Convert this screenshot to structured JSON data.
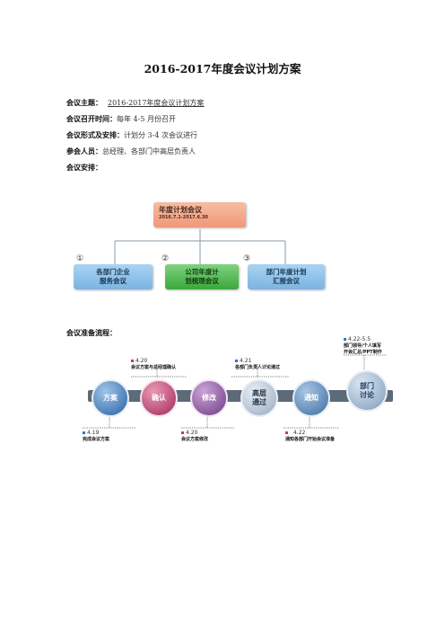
{
  "title": "2016-2017年度会议计划方案",
  "rows": [
    {
      "label": "会议主题：",
      "value": "2016-2017年度会议计划方案"
    },
    {
      "label": "会议召开时间：",
      "value": "每年 4-5 月份召开"
    },
    {
      "label": "会议形式及安排：",
      "value": "计划分 3-4 次会议进行"
    },
    {
      "label": "参会人员：",
      "value": "总经理、各部门中高层负责人"
    },
    {
      "label": "会议安排：",
      "value": ""
    }
  ],
  "org": {
    "top": {
      "line1": "年度计划会议",
      "line2": "2016.7.1-2017.6.30"
    },
    "nums": [
      "①",
      "②",
      "③"
    ],
    "children": [
      {
        "line1": "各部门企业",
        "line2": "服务会议"
      },
      {
        "line1": "公司年度计",
        "line2": "划梳理会议"
      },
      {
        "line1": "部门年度计划",
        "line2": "汇报会议"
      }
    ]
  },
  "prep_label": "会议准备流程：",
  "process": {
    "steps": [
      {
        "line1": "方案",
        "line2": ""
      },
      {
        "line1": "确认",
        "line2": ""
      },
      {
        "line1": "修改",
        "line2": ""
      },
      {
        "line1": "高层",
        "line2": "通过"
      },
      {
        "line1": "通知",
        "line2": ""
      },
      {
        "line1": "部门",
        "line2": "讨论"
      }
    ],
    "notes": [
      {
        "date": "4.19",
        "text": "完成会议方案",
        "text2": ""
      },
      {
        "date": "4.20",
        "text": "会议方案与总经理确认",
        "text2": ""
      },
      {
        "date": "4.20",
        "text": "会议方案修改",
        "text2": ""
      },
      {
        "date": "4.21",
        "text": "各部门负责人讨论通过",
        "text2": ""
      },
      {
        "date": "4.22",
        "text": "通知各部门开始会议准备",
        "text2": ""
      },
      {
        "date": "4.22-5.5",
        "text": "部门领导/个人填写",
        "text2": "开会汇总/PPT制作"
      }
    ]
  },
  "colors": {
    "top_box": "#f2a98a",
    "blue_box": "#8fc3ea",
    "green_box": "#4cbb4c",
    "connector": "#8a9aa8",
    "bullet_pink": "#d0307a",
    "bullet_blue": "#3a6fc0"
  }
}
